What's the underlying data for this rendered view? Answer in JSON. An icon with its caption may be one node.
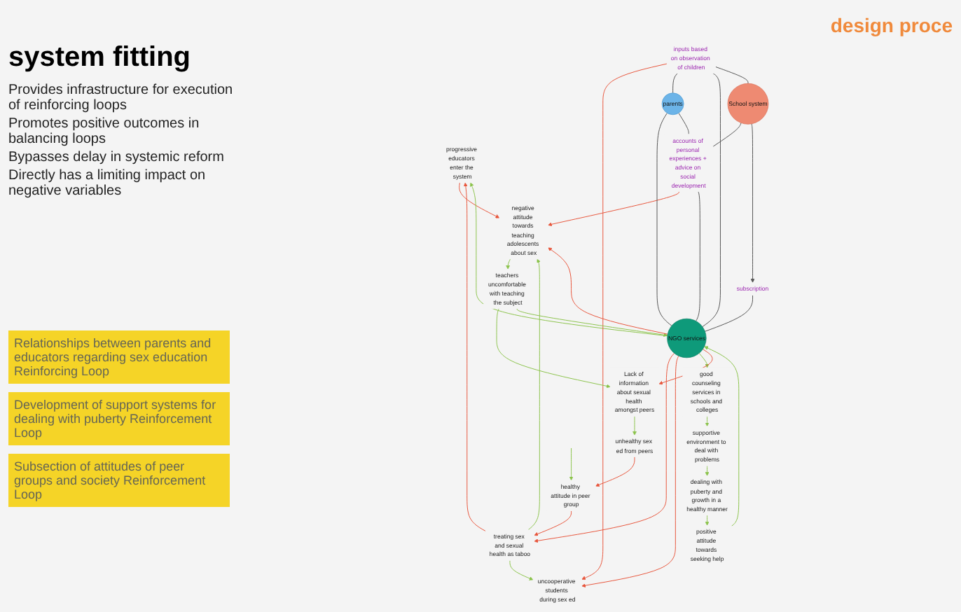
{
  "diagram": {
    "title": "system fitting",
    "nodes": [
      {
        "text": [
          "progressive educators enter the system"
        ]
      },
      {
        "text": [
          "treating sex and sexual health as taboo"
        ]
      },
      {
        "text": [
          "dealing with puberty and growth in a healthy manner"
        ]
      },
      {
        "text": [
          "supportive environment to deal with problems"
        ]
      },
      {
        "text": [
          "good counseling services in schools and colleges"
        ]
      },
      {
        "text": [
          "positive attitude towards seeking help"
        ]
      },
      {
        "text": [
          "healthy attitude in peer group"
        ]
      },
      {
        "text": [
          "uncooperative students during sex ed"
        ]
      },
      {
        "text": [
          "inputs based on observation of children"
        ]
      },
      {
        "text": [
          "parents"
        ]
      },
      {
        "text": [
          "NGO services"
        ]
      },
      {
        "text": [
          "negative attitude towards teaching adolescents about sex"
        ]
      },
      {
        "text": [
          "accounts of personal experiences + advice on social development"
        ]
      },
      {
        "text": [
          "School system"
        ]
      },
      {
        "text": [
          "subscription"
        ]
      },
      {
        "text": [
          "unhealthy sex ed from peers"
        ]
      },
      {
        "text": [
          "Lack of information about sexual health amongst peers"
        ]
      },
      {
        "text": [
          "teachers uncomfortable with teaching the subject"
        ]
      }
    ],
    "edges": [
      {
        "from": 1,
        "to": 0,
        "arrow": "to",
        "color": "#e8553b"
      },
      {
        "from": 0,
        "to": 11,
        "arrow": "to",
        "color": "#e8553b"
      },
      {
        "from": 10,
        "to": 0,
        "arrow": "to"
      },
      {
        "from": 10,
        "to": 1,
        "arrow": "to",
        "color": "#e8553b"
      },
      {
        "from": 6,
        "to": 1,
        "arrow": "to",
        "color": "#e8553b"
      },
      {
        "from": 1,
        "to": 11,
        "arrow": "to"
      },
      {
        "from": 1,
        "to": 7,
        "arrow": "to"
      },
      {
        "from": 8,
        "to": 7,
        "arrow": "to",
        "color": "#e8553b"
      },
      {
        "from": 10,
        "to": 7,
        "arrow": "to",
        "color": "#e8553b"
      },
      {
        "from": 4,
        "to": 3,
        "arrow": "to"
      },
      {
        "from": 3,
        "to": 2,
        "arrow": "to"
      },
      {
        "from": 2,
        "to": 5,
        "arrow": "to"
      },
      {
        "from": 5,
        "to": 10,
        "arrow": "to"
      },
      {
        "from": 10,
        "to": 4,
        "arrow": "to"
      },
      {
        "from": null,
        "to": 6,
        "arrow": "to"
      },
      {
        "from": 15,
        "to": 6,
        "arrow": "to",
        "color": "#e8553b"
      },
      {
        "from": 10,
        "to": 16,
        "arrow": "to",
        "color": "#e8553b"
      },
      {
        "from": 16,
        "to": 15,
        "arrow": "to"
      },
      {
        "from": 17,
        "to": 16,
        "arrow": "to"
      },
      {
        "from": 17,
        "to": 10,
        "arrow": "to"
      },
      {
        "from": 11,
        "to": 17,
        "arrow": "to"
      },
      {
        "from": 10,
        "to": 11,
        "arrow": "to",
        "color": "#e8553b"
      },
      {
        "from": 12,
        "to": 11,
        "arrow": "to",
        "color": "#e8553b"
      },
      {
        "from": 8,
        "to": 9,
        "arrow": "none",
        "color": "#555555"
      },
      {
        "from": 8,
        "to": 10,
        "arrow": "none",
        "color": "#555555"
      },
      {
        "from": 8,
        "to": 13,
        "arrow": "none",
        "color": "#555555"
      },
      {
        "from": 9,
        "to": 10,
        "arrow": "none",
        "color": "#555555"
      },
      {
        "from": 9,
        "to": 12,
        "arrow": "none",
        "color": "#555555"
      },
      {
        "from": 12,
        "to": 10,
        "arrow": "none",
        "color": "#555555"
      },
      {
        "from": 13,
        "to": 12,
        "arrow": "none",
        "color": "#555555"
      },
      {
        "from": 13,
        "to": 14,
        "arrow": "to",
        "color": "#555555"
      },
      {
        "from": 14,
        "to": 10,
        "arrow": "none",
        "color": "#555555"
      }
    ],
    "labels": [
      "design proce",
      "Provides infrastructure for execution of reinforcing loops",
      "Promotes positive outcomes in balancing loops",
      "Bypasses delay in systemic reform",
      "Directly has a limiting impact on negative variables",
      "Relationships between parents and educators regarding sex education Reinforcing Loop",
      "Development of support systems for dealing with puberty Reinforcement Loop",
      "Subsection of attitudes of peer groups and society Reinforcement Loop"
    ]
  }
}
